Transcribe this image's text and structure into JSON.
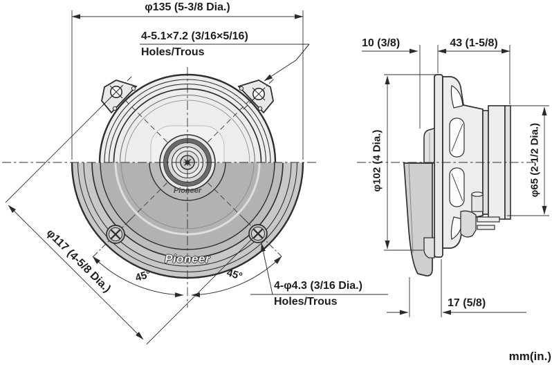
{
  "drawing": {
    "front": {
      "overall_diameter": "φ135 (5-3/8 Dia.)",
      "slot_holes_spec": "4-5.1×7.2 (3/16×5/16)",
      "slot_holes_label": "Holes/Trous",
      "mounting_circle_diameter": "φ117 (4-5/8 Dia.)",
      "angle_left": "45°",
      "angle_right": "45°",
      "round_holes_spec": "4-φ4.3 (3/16 Dia.)",
      "round_holes_label": "Holes/Trous",
      "brand_grille": "Pioneer",
      "brand_cone": "Pioneer"
    },
    "side": {
      "front_protrusion": "10 (3/8)",
      "mounting_depth": "43 (1-5/8)",
      "frame_diameter": "φ102 (4 Dia.)",
      "magnet_diameter": "φ65 (2-1/2 Dia.)",
      "grille_protrusion": "17 (5/8)"
    },
    "units_note": "mm(in.)",
    "colors": {
      "line": "#2e2e2e",
      "fill_light": "#ededed",
      "fill_grille": "#b2b2b2",
      "background": "#ffffff"
    }
  }
}
